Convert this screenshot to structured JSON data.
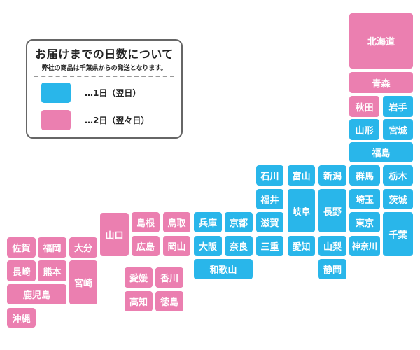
{
  "colors": {
    "day1": "#29b6ea",
    "day2": "#eb7fb0"
  },
  "legend": {
    "title": "お届けまでの日数について",
    "subtitle": "弊社の商品は千葉県からの発送となります。",
    "items": [
      {
        "color": "blue",
        "label": "…1日（翌日）"
      },
      {
        "color": "pink",
        "label": "…2日（翌々日）"
      }
    ]
  },
  "prefectures": {
    "hokkaido": {
      "name": "北海道",
      "days": 2
    },
    "aomori": {
      "name": "青森",
      "days": 2
    },
    "akita": {
      "name": "秋田",
      "days": 2
    },
    "iwate": {
      "name": "岩手",
      "days": 1
    },
    "yamagata": {
      "name": "山形",
      "days": 1
    },
    "miyagi": {
      "name": "宮城",
      "days": 1
    },
    "fukushima": {
      "name": "福島",
      "days": 1
    },
    "ishikawa": {
      "name": "石川",
      "days": 1
    },
    "toyama": {
      "name": "富山",
      "days": 1
    },
    "niigata": {
      "name": "新潟",
      "days": 1
    },
    "gunma": {
      "name": "群馬",
      "days": 1
    },
    "tochigi": {
      "name": "栃木",
      "days": 1
    },
    "fukui": {
      "name": "福井",
      "days": 1
    },
    "gifu": {
      "name": "岐阜",
      "days": 1
    },
    "nagano": {
      "name": "長野",
      "days": 1
    },
    "saitama": {
      "name": "埼玉",
      "days": 1
    },
    "ibaraki": {
      "name": "茨城",
      "days": 1
    },
    "shiga": {
      "name": "滋賀",
      "days": 1
    },
    "tokyo": {
      "name": "東京",
      "days": 1
    },
    "chiba": {
      "name": "千葉",
      "days": 1
    },
    "mie": {
      "name": "三重",
      "days": 1
    },
    "aichi": {
      "name": "愛知",
      "days": 1
    },
    "yamanashi": {
      "name": "山梨",
      "days": 1
    },
    "kanagawa": {
      "name": "神奈川",
      "days": 1
    },
    "shizuoka": {
      "name": "静岡",
      "days": 1
    },
    "hyogo": {
      "name": "兵庫",
      "days": 1
    },
    "kyoto": {
      "name": "京都",
      "days": 1
    },
    "osaka": {
      "name": "大阪",
      "days": 1
    },
    "nara": {
      "name": "奈良",
      "days": 1
    },
    "wakayama": {
      "name": "和歌山",
      "days": 1
    },
    "yamaguchi": {
      "name": "山口",
      "days": 2
    },
    "shimane": {
      "name": "島根",
      "days": 2
    },
    "tottori": {
      "name": "鳥取",
      "days": 2
    },
    "hiroshima": {
      "name": "広島",
      "days": 2
    },
    "okayama": {
      "name": "岡山",
      "days": 2
    },
    "ehime": {
      "name": "愛媛",
      "days": 2
    },
    "kagawa": {
      "name": "香川",
      "days": 2
    },
    "kochi": {
      "name": "高知",
      "days": 2
    },
    "tokushima": {
      "name": "徳島",
      "days": 2
    },
    "saga": {
      "name": "佐賀",
      "days": 2
    },
    "fukuoka": {
      "name": "福岡",
      "days": 2
    },
    "oita": {
      "name": "大分",
      "days": 2
    },
    "nagasaki": {
      "name": "長崎",
      "days": 2
    },
    "kumamoto": {
      "name": "熊本",
      "days": 2
    },
    "miyazaki": {
      "name": "宮崎",
      "days": 2
    },
    "kagoshima": {
      "name": "鹿児島",
      "days": 2
    },
    "okinawa": {
      "name": "沖縄",
      "days": 2
    }
  }
}
